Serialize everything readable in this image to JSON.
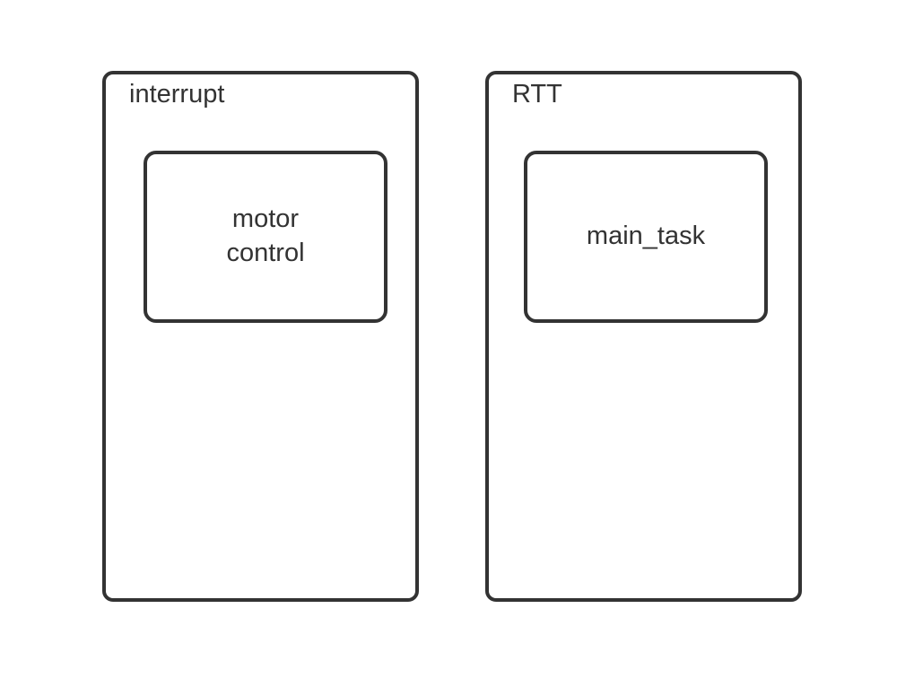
{
  "diagram": {
    "type": "container-diagram",
    "containers": [
      {
        "label": "interrupt",
        "children": [
          {
            "label": "motor\ncontrol"
          }
        ]
      },
      {
        "label": "RTT",
        "children": [
          {
            "label": "main_task"
          }
        ]
      }
    ],
    "style": {
      "border_color": "#333333",
      "text_color": "#333333",
      "background": "#ffffff"
    }
  }
}
